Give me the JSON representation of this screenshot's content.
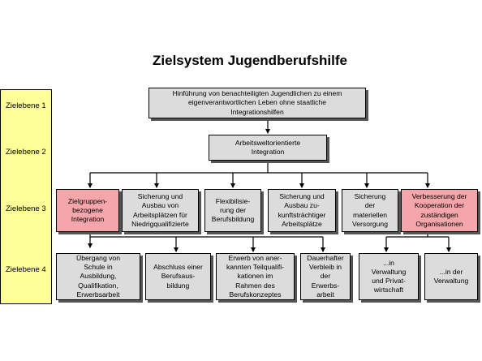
{
  "title": "Zielsystem Jugendberufshilfe",
  "levels": [
    "Zielebene 1",
    "Zielebene 2",
    "Zielebene 3",
    "Zielebene 4"
  ],
  "colors": {
    "level_bg": "#ffff99",
    "box_bg": "#dcdcdc",
    "highlight_bg": "#f4a6aa",
    "shadow": "#555555"
  },
  "nodes": {
    "root": "Hinführung von benachteiligten Jugendlichen zu einem\neigenverantwortlichen Leben ohne staatliche\nIntegrationshilfen",
    "l2": "Arbeitsweltorientierte\nIntegration",
    "l3": [
      "Zielgruppen-\nbezogene\nIntegration",
      "Sicherung und\nAusbau von\nArbeitsplätzen für\nNiedrigqualifizierte",
      "Flexibilisie-\nrung der\nBerufsbildung",
      "Sicherung und\nAusbau zu-\nkunftsträchtiger\nArbeitsplätze",
      "Sicherung\nder\nmateriellen\nVersorgung",
      "Verbesserung der\nKooperation der\nzuständigen\nOrganisationen"
    ],
    "l4": [
      "Übergang von\nSchule in\nAusbildung,\nQualifikation,\nErwerbsarbeit",
      "Abschluss einer\nBerufsaus-\nbildung",
      "Erwerb von aner-\nkannten Teilqualifi-\nkationen im\nRahmen des\nBerufskonzeptes",
      "Dauerhafter\nVerbleib in\nder\nErwerbs-\narbeit",
      "...in\nVerwaltung\nund Privat-\nwirtschaft",
      "...in der\nVerwaltung"
    ]
  }
}
